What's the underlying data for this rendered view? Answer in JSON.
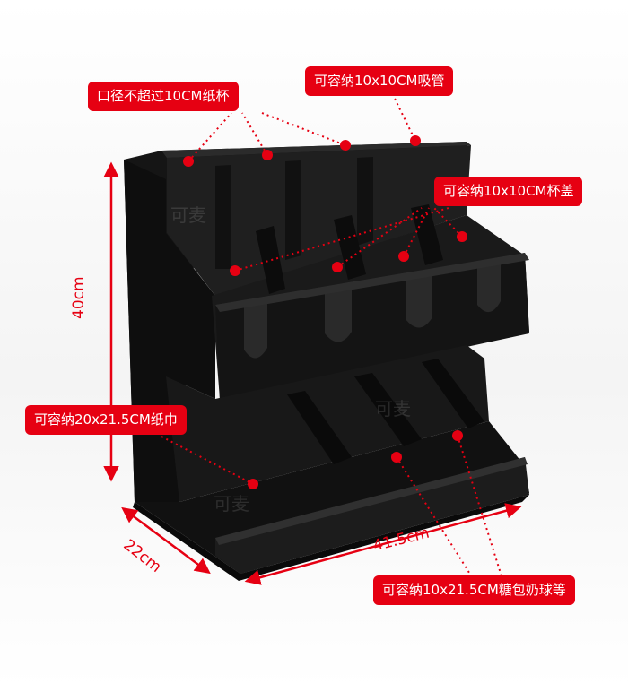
{
  "annotations": {
    "cup_slot": "口径不超过10CM纸杯",
    "straw_slot": "可容纳10x10CM吸管",
    "lid_slot": "可容纳10x10CM杯盖",
    "napkin_slot": "可容纳20x21.5CM纸巾",
    "sugar_slot": "可容纳10x21.5CM糖包奶球等"
  },
  "dimensions": {
    "height": "40cm",
    "depth": "22cm",
    "width": "41.5cm"
  },
  "watermark": "可麦",
  "colors": {
    "accent": "#e60012",
    "product": "#1b1b1b"
  }
}
